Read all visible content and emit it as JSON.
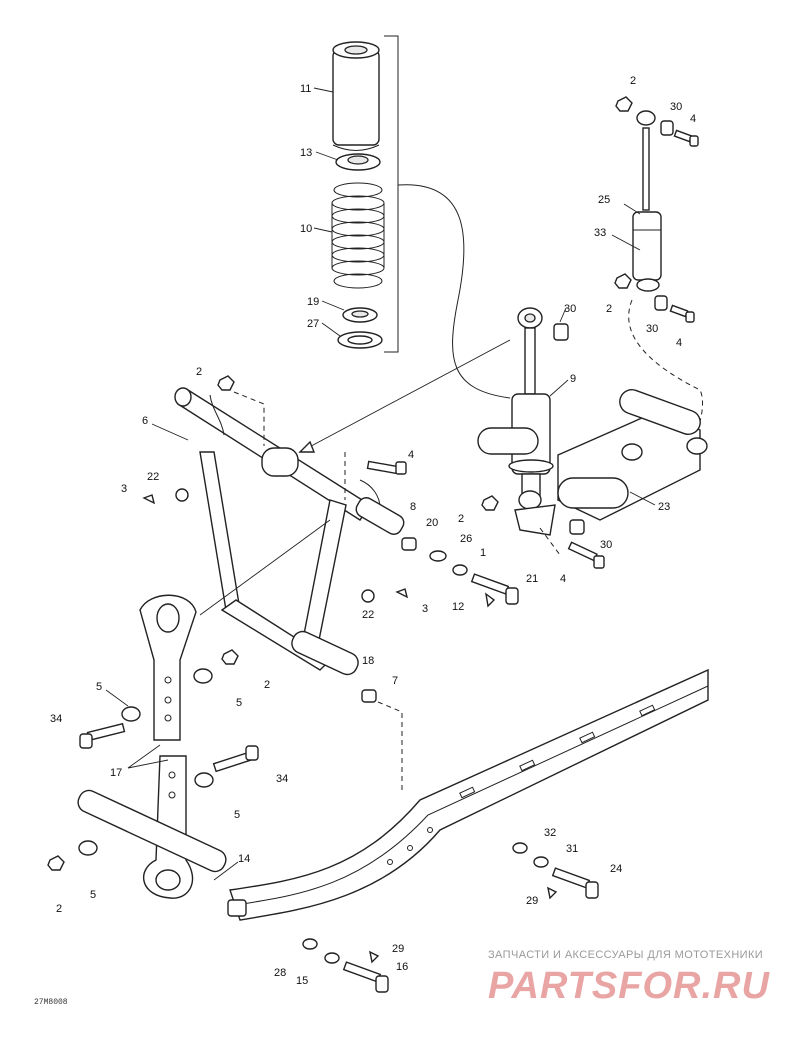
{
  "drawing_code": "27M8008",
  "watermark": {
    "tagline": "ЗАПЧАСТИ И АКСЕССУАРЫ ДЛЯ МОТОТЕХНИКИ",
    "brand": "PARTSFOR.RU"
  },
  "callouts": {
    "c11": "11",
    "c13": "13",
    "c10": "10",
    "c19": "19",
    "c27": "27",
    "c2a": "2",
    "c30a": "30",
    "c4a": "4",
    "c25": "25",
    "c33": "33",
    "c2b": "2",
    "c30b": "30",
    "c4b": "4",
    "c30c": "30",
    "c9": "9",
    "c2c": "2",
    "c6": "6",
    "c22a": "22",
    "c3a": "3",
    "c4c": "4",
    "c8": "8",
    "c20": "20",
    "c26": "26",
    "c1": "1",
    "c21": "21",
    "c12": "12",
    "c22b": "22",
    "c3b": "3",
    "c2d": "2",
    "c23": "23",
    "c30d": "30",
    "c4d": "4",
    "c18": "18",
    "c7": "7",
    "c2e": "2",
    "c5a": "5",
    "c5b": "5",
    "c34a": "34",
    "c17": "17",
    "c34b": "34",
    "c5c": "5",
    "c14": "14",
    "c2f": "2",
    "c5d": "5",
    "c32": "32",
    "c31": "31",
    "c24": "24",
    "c29a": "29",
    "c29b": "29",
    "c28": "28",
    "c15": "15",
    "c16": "16"
  }
}
